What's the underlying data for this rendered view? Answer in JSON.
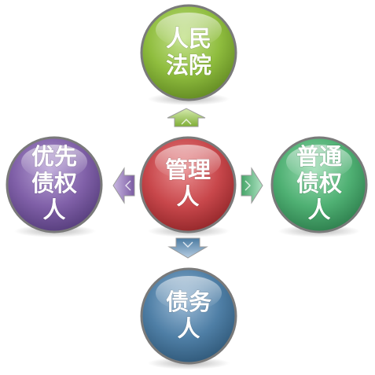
{
  "nodes": {
    "center": {
      "lines": [
        "管理",
        "人"
      ],
      "color": "#c8474b"
    },
    "top": {
      "lines": [
        "人民",
        "法院"
      ],
      "color": "#8fbd3e"
    },
    "left": {
      "lines": [
        "优先",
        "债权",
        "人"
      ],
      "color": "#8060a8"
    },
    "right": {
      "lines": [
        "普通",
        "债权",
        "人"
      ],
      "color": "#4fb073"
    },
    "bottom": {
      "lines": [
        "债务",
        "人"
      ],
      "color": "#4f7fa6"
    }
  }
}
